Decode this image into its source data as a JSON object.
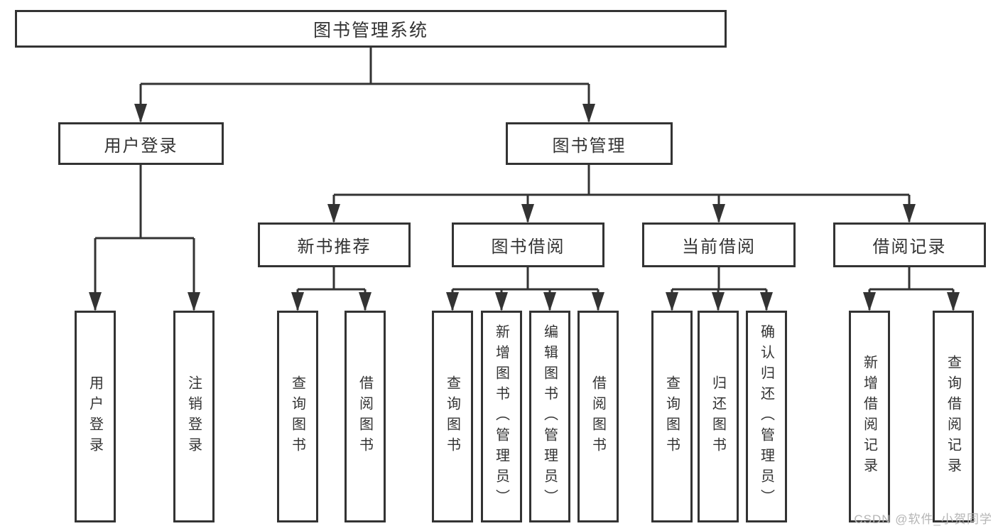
{
  "diagram": {
    "root": "图书管理系统",
    "branches": [
      {
        "label": "用户登录",
        "children": [
          "用户登录",
          "注销登录"
        ]
      },
      {
        "label": "图书管理",
        "groups": [
          {
            "label": "新书推荐",
            "children": [
              "查询图书",
              "借阅图书"
            ]
          },
          {
            "label": "图书借阅",
            "children": [
              "查询图书",
              "新增图书（管理员）",
              "编辑图书（管理员）",
              "借阅图书"
            ]
          },
          {
            "label": "当前借阅",
            "children": [
              "查询图书",
              "归还图书",
              "确认归还（管理员）"
            ]
          },
          {
            "label": "借阅记录",
            "children": [
              "新增借阅记录",
              "查询借阅记录"
            ]
          }
        ]
      }
    ]
  },
  "watermark": "CSDN @软件_小贺同学",
  "colors": {
    "line": "#333333",
    "box_border": "#333333",
    "box_background": "#ffffff",
    "text": "#333333",
    "watermark": "#b5b5b5",
    "page_background": "#ffffff"
  }
}
